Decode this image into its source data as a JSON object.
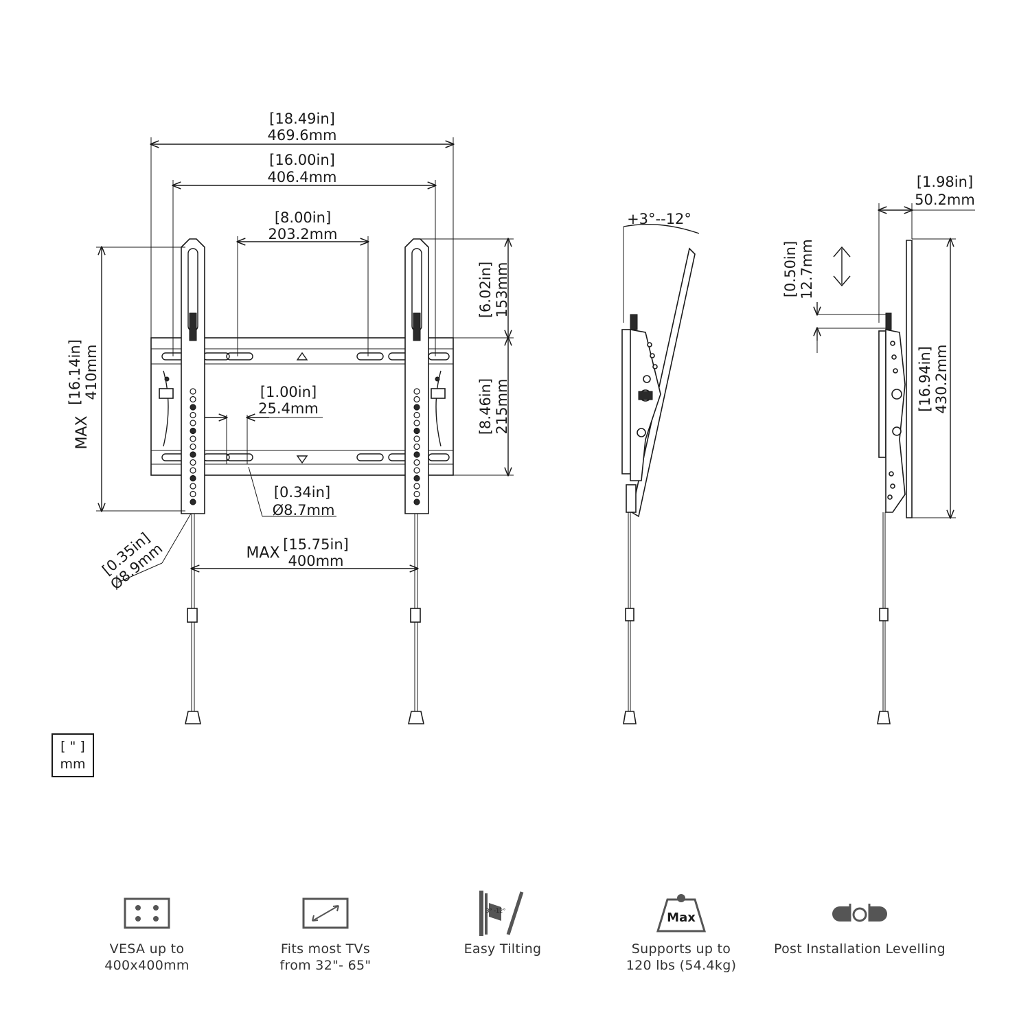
{
  "front_view": {
    "overall_width": {
      "in": "[18.49in]",
      "mm": "469.6mm"
    },
    "outer_holes": {
      "in": "[16.00in]",
      "mm": "406.4mm"
    },
    "inner_holes": {
      "in": "[8.00in]",
      "mm": "203.2mm"
    },
    "upper_height": {
      "in": "[6.02in]",
      "mm": "153mm"
    },
    "lower_height": {
      "in": "[8.46in]",
      "mm": "215mm"
    },
    "max_height": {
      "prefix": "MAX",
      "in": "[16.14in]",
      "mm": "410mm"
    },
    "slot_pitch": {
      "in": "[1.00in]",
      "mm": "25.4mm"
    },
    "slot_dia": {
      "in": "[0.34in]",
      "mm": "Ø8.7mm"
    },
    "screw_dia": {
      "in": "[0.35in]",
      "mm": "Ø8.9mm"
    },
    "max_width": {
      "prefix": "MAX",
      "in": "[15.75in]",
      "mm": "400mm"
    }
  },
  "side_view_tilt": {
    "label": "+3°--12°"
  },
  "side_view_level": {
    "depth": {
      "in": "[1.98in]",
      "mm": "50.2mm"
    },
    "adjust": {
      "in": "[0.50in]",
      "mm": "12.7mm"
    },
    "height": {
      "in": "[16.94in]",
      "mm": "430.2mm"
    }
  },
  "units_legend": {
    "line1": "[ \" ]",
    "line2": "mm"
  },
  "features": [
    {
      "icon": "vesa-icon",
      "line1": "VESA up to",
      "line2": "400x400mm"
    },
    {
      "icon": "tv-size-icon",
      "line1": "Fits most TVs",
      "line2": "from 32\"- 65\""
    },
    {
      "icon": "tilt-icon",
      "line1": "Easy Tilting",
      "line2": "",
      "badge": "3° -12°"
    },
    {
      "icon": "weight-icon",
      "line1": "Supports up to",
      "line2": "120 lbs (54.4kg)",
      "badge": "Max"
    },
    {
      "icon": "level-icon",
      "line1": "Post Installation Levelling",
      "line2": ""
    }
  ]
}
